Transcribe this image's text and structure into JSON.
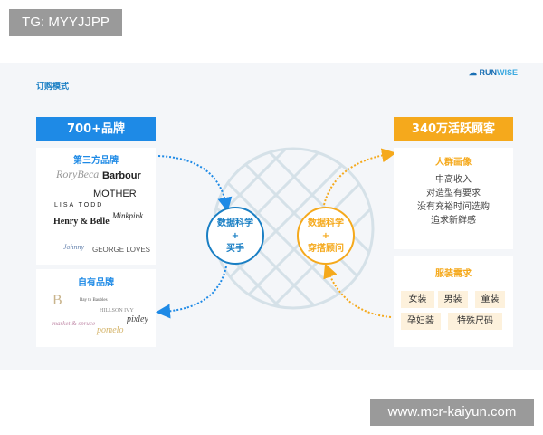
{
  "watermark_top": "TG: MYYJJPP",
  "watermark_bottom": "www.mcr-kaiyun.com",
  "title": "订购模式",
  "logo": {
    "part1": "RUN",
    "part2": "WISE"
  },
  "left": {
    "header": "700+品牌",
    "third_party": {
      "title": "第三方品牌",
      "brands": [
        "RoryBeca",
        "Barbour",
        "MOTHER",
        "LISA TODD",
        "Henry & Belle",
        "Minkpink",
        "Johnny",
        "GEORGE LOVES"
      ]
    },
    "own": {
      "title": "自有品牌",
      "brands": [
        "B",
        "Bay to Baubles",
        "HILLSON IVY",
        "market & spruce",
        "pomelo",
        "pixley"
      ]
    }
  },
  "center": {
    "left_circle": [
      "数据科学",
      "+",
      "买手"
    ],
    "right_circle": [
      "数据科学",
      "+",
      "穿搭顾问"
    ]
  },
  "right": {
    "header": "340万活跃顾客",
    "persona": {
      "title": "人群画像",
      "traits": [
        "中高收入",
        "对造型有要求",
        "没有充裕时间选购",
        "追求新鲜感"
      ]
    },
    "needs": {
      "title": "服装需求",
      "tags": [
        "女装",
        "男装",
        "童装",
        "孕妇装",
        "特殊尺码"
      ]
    }
  },
  "colors": {
    "blue": "#1e8ae6",
    "orange": "#f5a91c",
    "bg": "#f4f6f9"
  }
}
